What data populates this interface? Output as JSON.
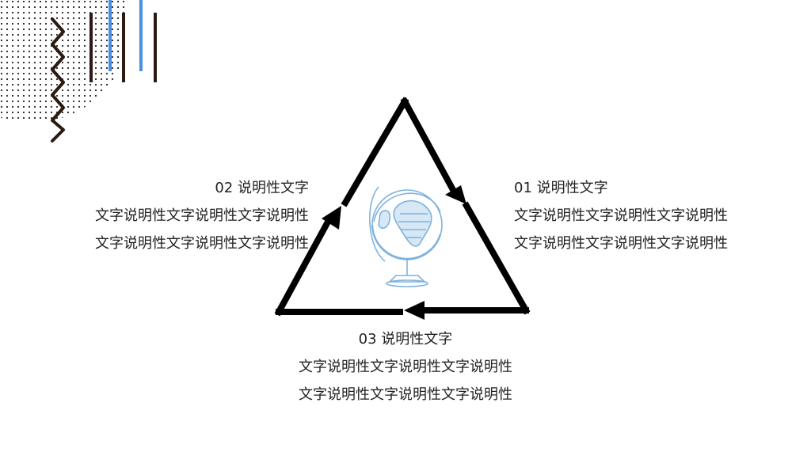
{
  "colors": {
    "accent_blue": "#4a90e2",
    "dark_brown": "#2b1a12",
    "stroke": "#000000",
    "globe_line": "#7fb2dd"
  },
  "icons": {
    "center": "globe-icon"
  },
  "blocks": [
    {
      "heading": "01 说明性文字",
      "para1": "文字说明性文字说明性文字说明性",
      "para2": "文字说明性文字说明性文字说明性"
    },
    {
      "heading": "02 说明性文字",
      "para1": "文字说明性文字说明性文字说明性",
      "para2": "文字说明性文字说明性文字说明性"
    },
    {
      "heading": "03 说明性文字",
      "para1": "文字说明性文字说明性文字说明性",
      "para2": "文字说明性文字说明性文字说明性"
    }
  ]
}
